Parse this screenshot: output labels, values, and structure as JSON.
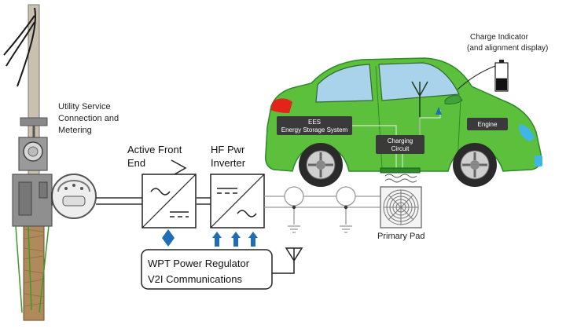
{
  "labels": {
    "utility": [
      "Utility Service",
      "Connection and",
      "Metering"
    ],
    "active_front_end": [
      "Active Front",
      "End"
    ],
    "hf_inverter": [
      "HF Pwr",
      "Inverter"
    ],
    "wpt_regulator": [
      "WPT Power Regulator",
      "V2I Communications"
    ],
    "primary_pad": "Primary Pad",
    "charge_indicator": [
      "Charge Indicator",
      "(and alignment display)"
    ],
    "ees": [
      "EES",
      "Energy Storage System"
    ],
    "charging_circuit": [
      "Charging",
      "Circuit"
    ],
    "engine": "Engine"
  },
  "colors": {
    "car_body": "#5cc03c",
    "car_dark": "#2f8a2a",
    "glass": "#a9d3ea",
    "arrow_blue": "#1f6db5",
    "label_box": "#3a3a3a",
    "line": "#333333",
    "grey_line": "#9a9a9a",
    "wood": "#b08a5a"
  },
  "charge_level": 0.45
}
